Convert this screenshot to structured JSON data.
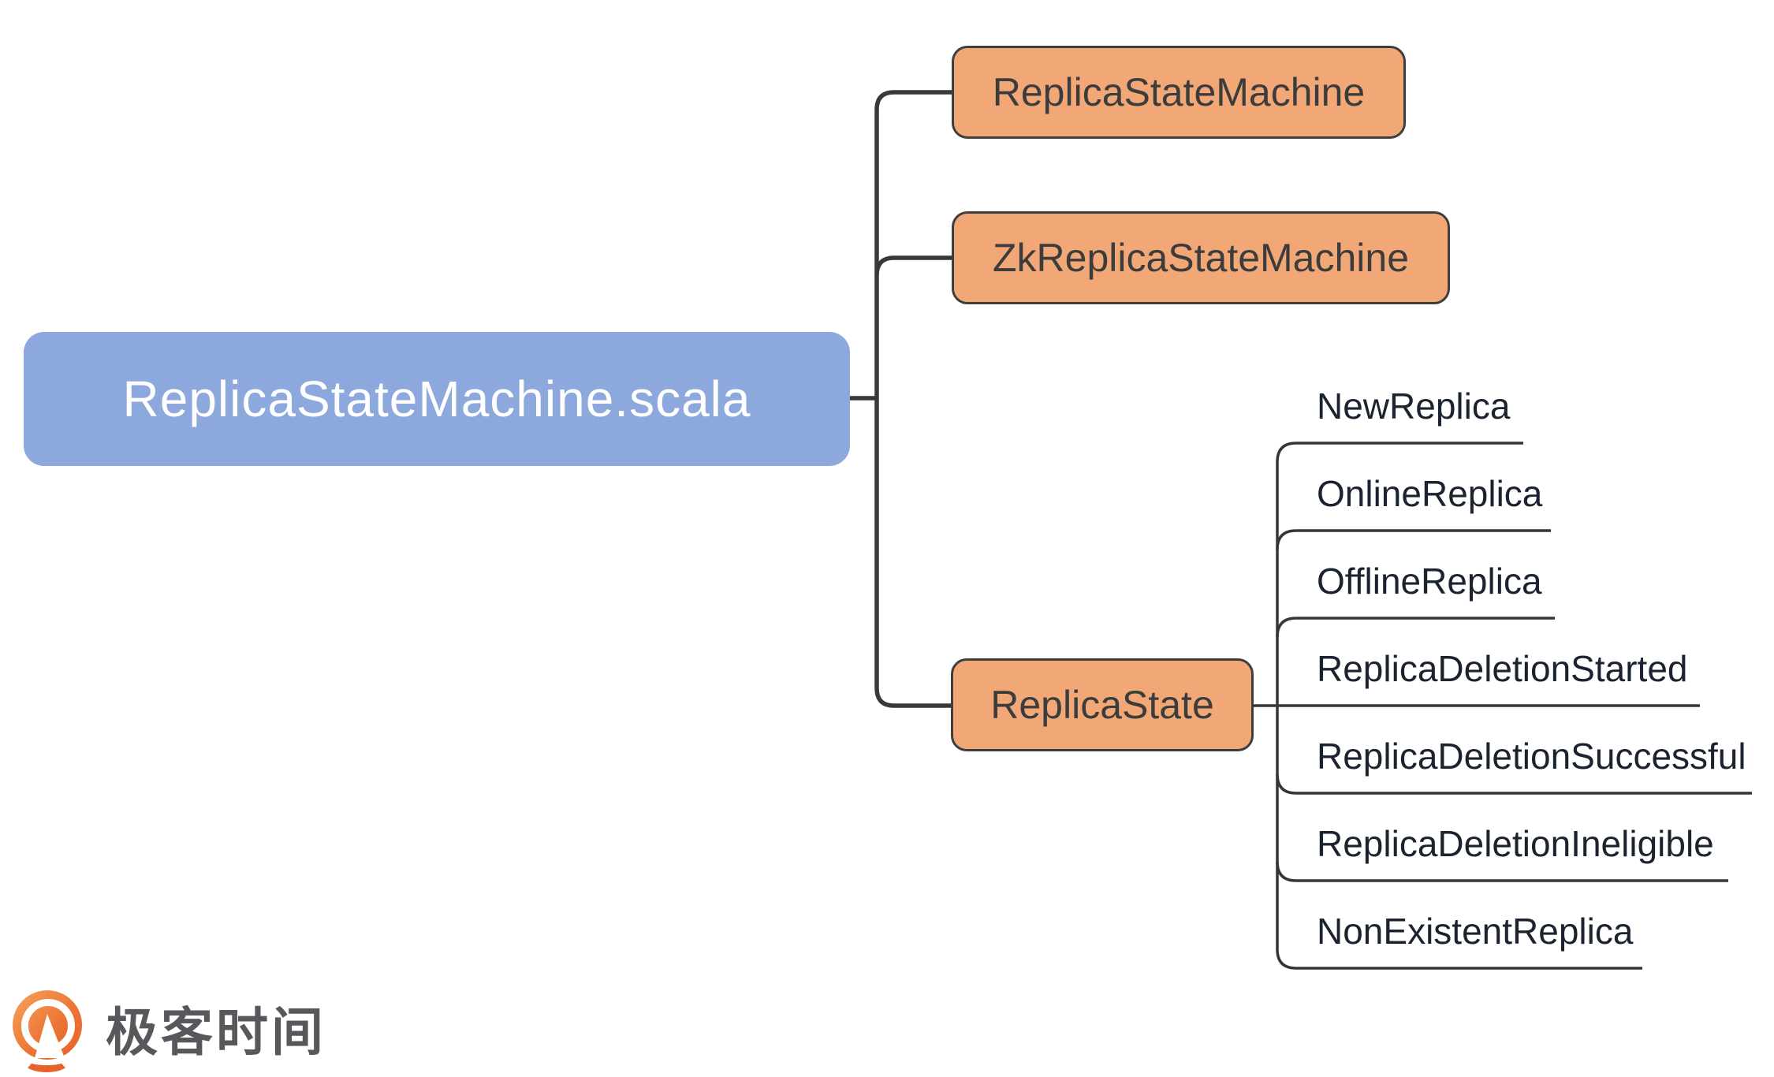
{
  "diagram": {
    "type": "mindmap",
    "root": {
      "label": "ReplicaStateMachine.scala",
      "fill": "#8CA8DC",
      "text_color": "#ffffff"
    },
    "branches": [
      {
        "label": "ReplicaStateMachine"
      },
      {
        "label": "ZkReplicaStateMachine"
      },
      {
        "label": "ReplicaState",
        "children": [
          "NewReplica",
          "OnlineReplica",
          "OfflineReplica",
          "ReplicaDeletionStarted",
          "ReplicaDeletionSuccessful",
          "ReplicaDeletionIneligible",
          "NonExistentReplica"
        ]
      }
    ],
    "branch_style": {
      "fill": "#F2A876",
      "border_color": "#3E3E3E",
      "text_color": "#3C3C3C"
    },
    "leaf_text_color": "#1C2330",
    "connector_color": "#383838"
  },
  "logo": {
    "text": "极客时间",
    "text_color": "#58575B",
    "icon_color": "#E8622B",
    "icon": "geektime-pin-icon"
  }
}
